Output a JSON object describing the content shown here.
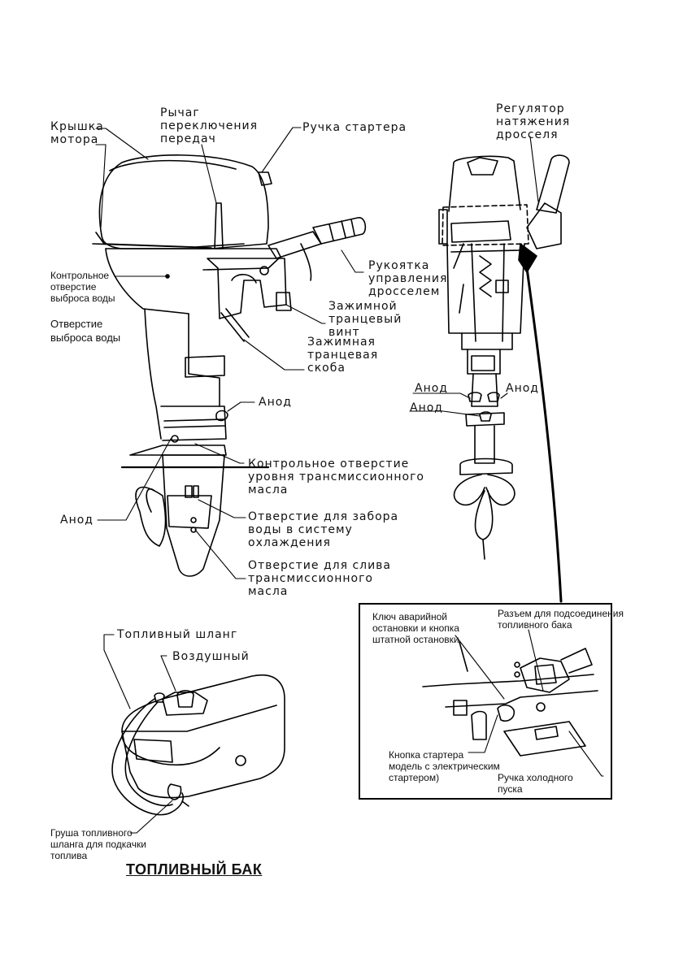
{
  "main_motor": {
    "labels": {
      "cover": "Крышка\nмотора",
      "gear_lever": "Рычаг\nпереключения\nпередач",
      "starter_handle": "Ручка стартера",
      "water_check": "Контрольное\nотверстие\nвыброса воды",
      "water_outlet": "Отверстие\nвыброса воды",
      "throttle_grip": "Рукоятка\nуправления\nдросселем",
      "transom_screw": "Зажимной\nтранцевый\nвинт",
      "transom_bracket": "Зажимная\nтранцевая\nскоба",
      "anode_upper": "Анод",
      "gear_oil_check": "Контрольное отверстие\nуровня трансмиссионного\nмасла",
      "anode_lower": "Анод",
      "cooling_intake": "Отверстие для забора\nводы в  систему\nохлаждения",
      "gear_oil_drain": "Отверстие для слива\nтрансмиссионного\nмасла"
    }
  },
  "side_motor": {
    "labels": {
      "throttle_tension": "Регулятор\nнатяжения\nдросселя",
      "anode_left": "Анод",
      "anode_right": "Анод",
      "anode_left2": "Анод"
    }
  },
  "inset": {
    "labels": {
      "stop_switch": "Ключ аварийной\nостановки и кнопка\nштатной остановки",
      "fuel_connector": "Разъем для подсоединения\nтопливного бака",
      "starter_button": "Кнопка стартера\nмодель с электрическим\nстартером)",
      "choke": "Ручка холодного\nпуска"
    }
  },
  "fuel_tank": {
    "labels": {
      "fuel_hose": "Топливный шланг",
      "air_vent": "Воздушный",
      "primer_bulb": "Груша топливного\nшланга для подкачки\nтоплива"
    },
    "title": "ТОПЛИВНЫЙ БАК"
  }
}
